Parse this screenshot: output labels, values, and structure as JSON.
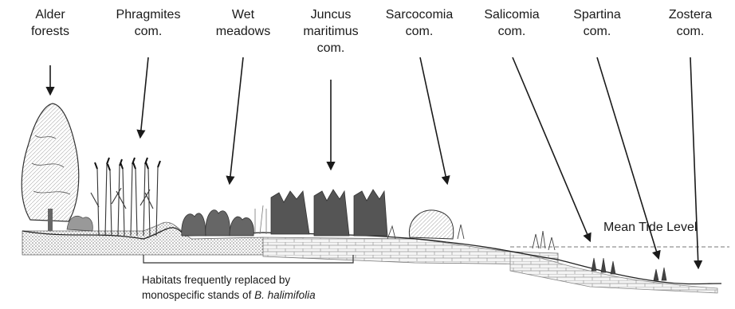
{
  "communities": [
    {
      "id": "alder",
      "lines": [
        "Alder",
        "forests"
      ]
    },
    {
      "id": "phragmites",
      "lines": [
        "Phragmites",
        "com."
      ]
    },
    {
      "id": "wet-meadows",
      "lines": [
        "Wet",
        "meadows"
      ]
    },
    {
      "id": "juncus",
      "lines": [
        "Juncus",
        "maritimus",
        "com."
      ]
    },
    {
      "id": "sarcocomia",
      "lines": [
        "Sarcocomia",
        "com."
      ]
    },
    {
      "id": "salicomia",
      "lines": [
        "Salicomia",
        "com."
      ]
    },
    {
      "id": "spartina",
      "lines": [
        "Spartina",
        "com."
      ]
    },
    {
      "id": "zostera",
      "lines": [
        "Zostera",
        "com."
      ]
    }
  ],
  "tide_label": "Mean Tide Level",
  "habitat_note": {
    "line1": "Habitats frequently replaced by",
    "line2_prefix": "monospecific stands of ",
    "line2_italic": "B. halimifolia"
  }
}
